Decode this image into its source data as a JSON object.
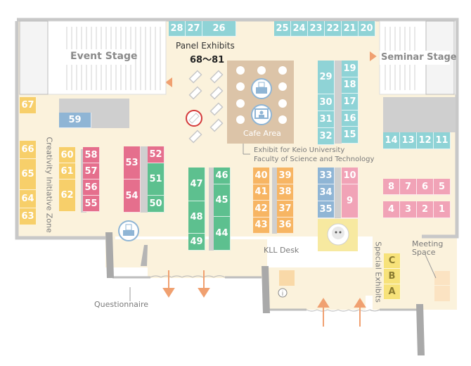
{
  "colors": {
    "floor": "#fbf2dc",
    "wall": "#c8c8c8",
    "teal": "#8fd3d6",
    "yellow": "#f7cf6a",
    "orange": "#f7b563",
    "pink": "#e56f8d",
    "light_pink": "#f1a3b7",
    "green": "#5dc08f",
    "blue": "#8fb5d5",
    "arrow": "#f0a070",
    "cafe": "#dcc4a8"
  },
  "labels": {
    "event_stage": "Event Stage",
    "seminar_stage": "Seminar Stage",
    "panel_exhibits": "Panel Exhibits",
    "panel_range": "68～81",
    "cafe_area": "Cafe Area",
    "keio_exhibit_line1": "Exhibit for Keio University",
    "keio_exhibit_line2": "Faculty of Science and Technology",
    "creativity_zone": "Creativity Initiative Zone",
    "kll_desk": "KLL Desk",
    "special_exhibits": "Special Exhibits",
    "meeting_space_line1": "Meeting",
    "meeting_space_line2": "Space",
    "questionnaire": "Questionnaire"
  },
  "booths": {
    "top_left": [
      "28",
      "27",
      "26"
    ],
    "top_right": [
      "25",
      "24",
      "23",
      "22",
      "21",
      "20"
    ],
    "b67": "67",
    "b59": "59",
    "creativity": [
      "66",
      "65",
      "64",
      "63"
    ],
    "col_60": [
      "60",
      "61",
      "62"
    ],
    "col_58": [
      "58",
      "57",
      "56",
      "55"
    ],
    "col_53": [
      "53",
      "54"
    ],
    "col_52": [
      "52",
      "51",
      "50"
    ],
    "col_47": [
      "47",
      "48",
      "49"
    ],
    "col_46": [
      "46",
      "45",
      "44"
    ],
    "col_40": [
      "40",
      "41",
      "42",
      "43"
    ],
    "col_39": [
      "39",
      "38",
      "37",
      "36"
    ],
    "col_29": [
      "29",
      "30",
      "31",
      "32"
    ],
    "col_19": [
      "19",
      "18",
      "17",
      "16",
      "15"
    ],
    "col_33": [
      "33",
      "34",
      "35"
    ],
    "col_10": [
      "10",
      "9"
    ],
    "row_14": [
      "14",
      "13",
      "12",
      "11"
    ],
    "row_8": [
      "8",
      "7",
      "6",
      "5"
    ],
    "row_4": [
      "4",
      "3",
      "2",
      "1"
    ],
    "special": [
      "C",
      "B",
      "A"
    ]
  },
  "icons": [
    "ballot-box-icon",
    "info-icon",
    "robot-icon",
    "computer-user-icon",
    "no-pen-icon"
  ]
}
